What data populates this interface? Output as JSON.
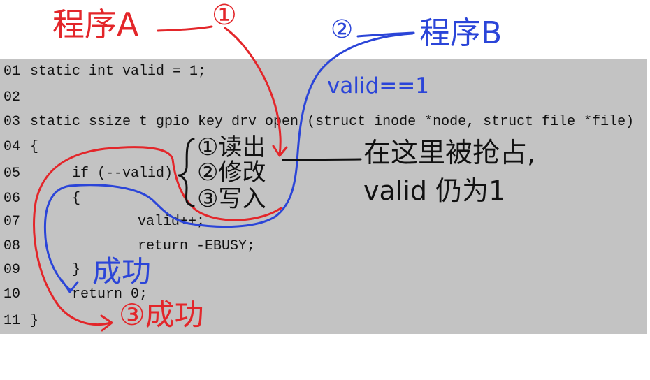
{
  "code": {
    "lines": [
      {
        "num": "01",
        "code": "static int valid = 1;"
      },
      {
        "num": "02",
        "code": ""
      },
      {
        "num": "03",
        "code": "static ssize_t gpio_key_drv_open (struct inode *node, struct file *file)"
      },
      {
        "num": "04",
        "code": "{"
      },
      {
        "num": "05",
        "code": "if (--valid)"
      },
      {
        "num": "06",
        "code": "{"
      },
      {
        "num": "07",
        "code": "valid++;"
      },
      {
        "num": "08",
        "code": "return -EBUSY;"
      },
      {
        "num": "09",
        "code": "}"
      },
      {
        "num": "10",
        "code": "return 0;"
      },
      {
        "num": "11",
        "code": "}"
      }
    ]
  },
  "annotations": {
    "program_a": {
      "label": "程序A",
      "marker": "①",
      "success": "③成功"
    },
    "program_b": {
      "label": "程序B",
      "marker": "②",
      "condition": "valid==1",
      "success": "成功"
    },
    "steps": [
      "①读出",
      "②修改",
      "③写入"
    ],
    "preempt_note": [
      "在这里被抢占,",
      "valid 仍为1"
    ]
  },
  "colors": {
    "program_a": "#e3262a",
    "program_b": "#2b45d8",
    "annotation_ink": "#111111",
    "code_background": "#c3c3c3"
  }
}
